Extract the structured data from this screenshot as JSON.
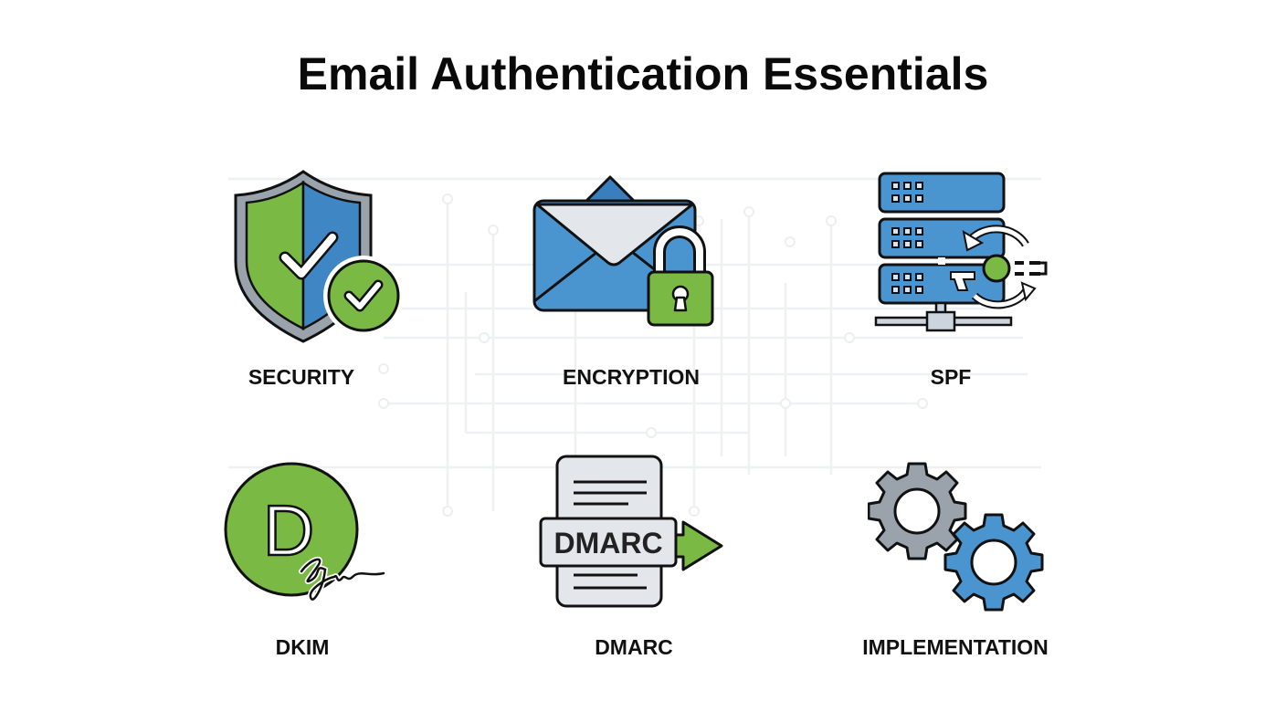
{
  "title": "Email Authentication Essentials",
  "colors": {
    "green": "#7ab943",
    "blue": "#4a94cf",
    "dark_blue": "#3a7fbd",
    "gray": "#9aa3ab",
    "light_gray": "#e3e6ea",
    "outline": "#111111",
    "circuit": "#eef0f0"
  },
  "items": [
    {
      "label": "SECURITY",
      "icon": "shield-check-icon"
    },
    {
      "label": "ENCRYPTION",
      "icon": "envelope-lock-icon"
    },
    {
      "label": "SPF",
      "icon": "server-sync-icon"
    },
    {
      "label": "DKIM",
      "icon": "dkim-signature-icon"
    },
    {
      "label": "DMARC",
      "icon": "dmarc-document-icon",
      "badge_text": "DMARC"
    },
    {
      "label": "IMPLEMENTATION",
      "icon": "gears-icon"
    }
  ],
  "dkim_letter": "D"
}
